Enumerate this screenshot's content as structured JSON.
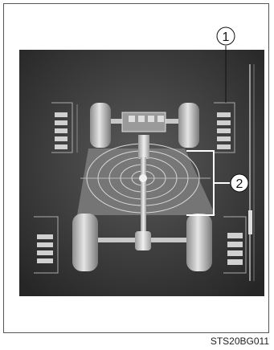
{
  "callouts": [
    {
      "number": "1",
      "target": "tire-angle-indicator"
    },
    {
      "number": "2",
      "target": "vehicle-inclination-display"
    }
  ],
  "image_code": "STS20BG011",
  "colors": {
    "screen_bg": "#3a3a3a",
    "chassis": "#cfcfcf",
    "tire": "#bdbdbd",
    "grid_plane": "#8a8a8a"
  }
}
